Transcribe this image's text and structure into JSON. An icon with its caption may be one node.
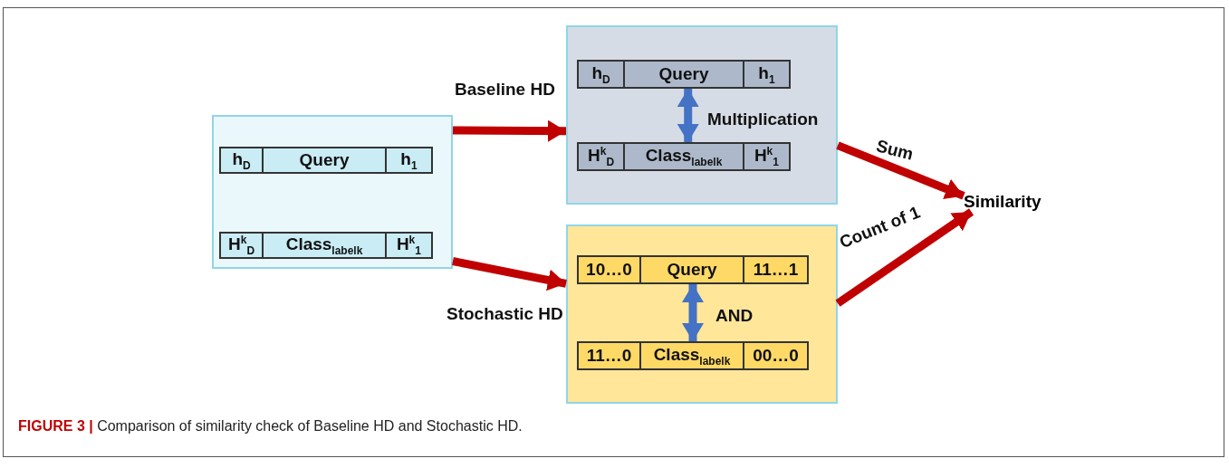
{
  "diagram": {
    "caption": "**FIGURE 3 |** Comparison of similarity check of Baseline HD and Stochastic HD.",
    "nodes": [
      {
        "text": [],
        "shape": "box"
      },
      {
        "text": [
          "h$_{D}$",
          "Query",
          "h$_{1}$"
        ],
        "in": 0
      },
      {
        "text": [
          "H$^{k}$$_{D}$",
          "Class$_{labelk}$",
          "H$^{k}$$_{1}$"
        ],
        "in": 0
      },
      {
        "text": [],
        "shape": "box"
      },
      {
        "text": [
          "h$_{D}$",
          "Query",
          "h$_{1}$"
        ],
        "in": 3
      },
      {
        "text": [
          "H$^{k}$$_{D}$",
          "Class$_{labelk}$",
          "H$^{k}$$_{1}$"
        ],
        "in": 3
      },
      {
        "text": [],
        "shape": "box"
      },
      {
        "text": [
          "10…0",
          "Query",
          "11…1"
        ],
        "in": 6
      },
      {
        "text": [
          "11…0",
          "Class$_{labelk}$",
          "00…0"
        ],
        "in": 6
      },
      {
        "text": [
          "Similarity"
        ]
      }
    ],
    "edges": [
      {
        "from": 0,
        "to": 3,
        "arrow": "to",
        "label": "Baseline HD"
      },
      {
        "from": 0,
        "to": 6,
        "arrow": "to",
        "label": "Stochastic HD"
      },
      {
        "from": 4,
        "to": 5,
        "arrow": "both",
        "label": "Multiplication",
        "color": "#4472c4"
      },
      {
        "from": 7,
        "to": 8,
        "arrow": "both",
        "label": "AND",
        "color": "#4472c4"
      },
      {
        "from": 3,
        "to": 9,
        "arrow": "to",
        "label": "Sum"
      },
      {
        "from": 6,
        "to": 9,
        "arrow": "to",
        "label": "Count of 1"
      }
    ]
  }
}
